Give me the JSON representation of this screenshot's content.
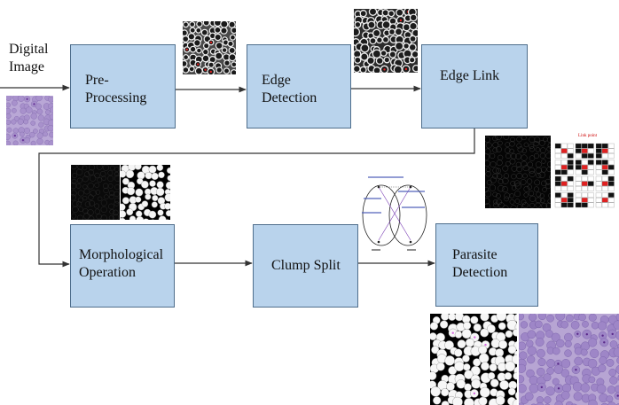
{
  "input": {
    "label": "Digital\nImage"
  },
  "steps": [
    {
      "id": "preprocessing",
      "label": "Pre-\nProcessing"
    },
    {
      "id": "edge_detection",
      "label": "Edge\nDetection"
    },
    {
      "id": "edge_link",
      "label": "Edge Link"
    },
    {
      "id": "morphological",
      "label": "Morphological\nOperation"
    },
    {
      "id": "clump_split",
      "label": "Clump Split"
    },
    {
      "id": "parasite_detection",
      "label": "Parasite\nDetection"
    }
  ],
  "edge_link_inset": {
    "label": "Link point"
  },
  "colors": {
    "box_fill": "#b9d3ec",
    "box_border": "#4f6e8c",
    "arrow": "#333333",
    "blood_smear": "#b9a7d6",
    "marker_red": "#e02020"
  }
}
